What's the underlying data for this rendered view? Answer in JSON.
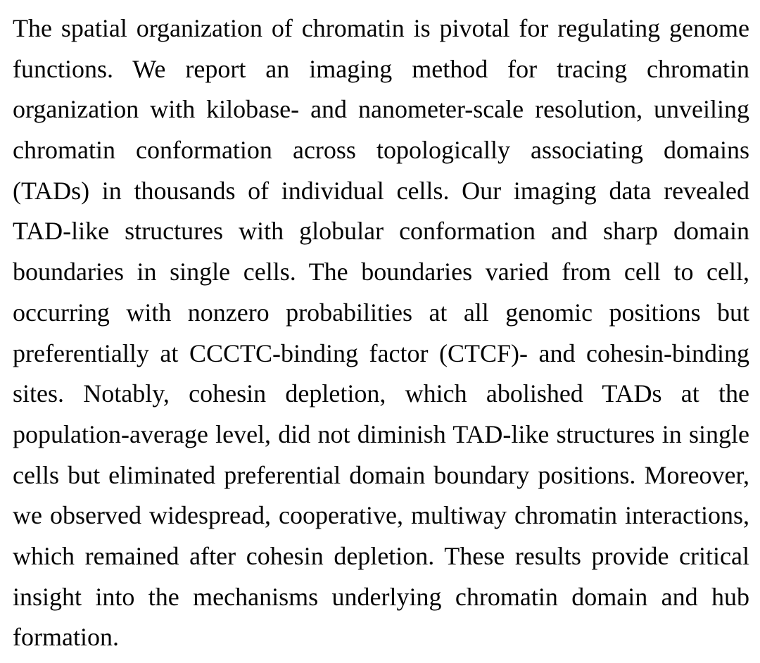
{
  "colors": {
    "text": "#050505",
    "background": "#ffffff"
  },
  "abstract": {
    "full_text": "The spatial organization of chromatin is pivotal for regulating genome functions. We report an imaging method for tracing chromatin organization with kilobase- and nanometer-scale resolution, unveiling chromatin conformation across topologically associating domains (TADs) in thousands of individual cells. Our imaging data revealed TAD-like structures with globular conformation and sharp domain boundaries in single cells. The boundaries varied from cell to cell, occurring with nonzero probabilities at all genomic positions but preferentially at CCCTC-binding factor (CTCF)- and cohesin-binding sites. Notably, cohesin depletion, which abolished TADs at the population-average level, did not diminish TAD-like structures in single cells but eliminated preferential domain boundary positions. Moreover, we observed widespread, cooperative, multiway chromatin interactions, which remained after cohesin depletion. These results provide critical insight into the mechanisms underlying chromatin domain and hub formation.",
    "lines": [
      "The spatial organization of chromatin is pivotal for regulating genome",
      "functions. We report an imaging method for tracing chromatin",
      "organization with kilobase- and nanometer-scale resolution, unveiling",
      "chromatin conformation across topologically associating domains",
      "(TADs) in thousands of individual cells. Our imaging data revealed",
      "TAD-like structures with globular conformation and sharp domain",
      "boundaries in single cells. The boundaries varied from cell to cell,",
      "occurring with nonzero probabilities at all genomic positions but",
      "preferentially at CCCTC-binding factor (CTCF)- and cohesin-binding",
      "sites. Notably, cohesin depletion, which abolished TADs at the",
      "population-average level, did not diminish TAD-like structures in single",
      "cells but eliminated preferential domain boundary positions. Moreover,",
      "we observed widespread, cooperative, multiway chromatin interactions,",
      "which remained after cohesin depletion. These results provide critical",
      "insight into the mechanisms underlying chromatin domain and hub",
      "formation."
    ]
  }
}
